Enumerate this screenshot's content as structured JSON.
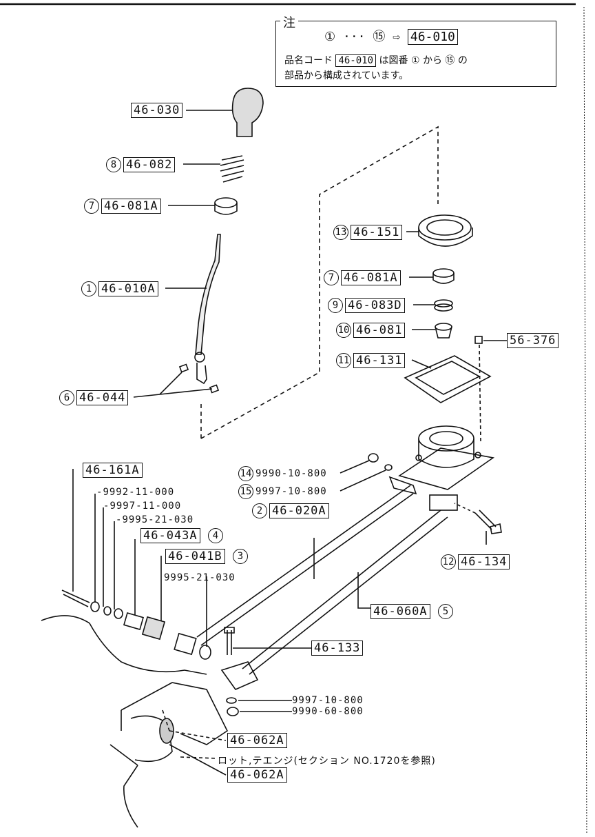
{
  "note": {
    "title": "注",
    "line1_a": "①",
    "line1_dots": "···",
    "line1_b": "⑮",
    "line1_arrow": "⇨",
    "line1_code": "46-010",
    "line2_pre": "品名コード",
    "line2_code": "46-010",
    "line2_mid": "は図番",
    "line2_a": "①",
    "line2_from": "から",
    "line2_b": "⑮",
    "line2_post": "の",
    "line3": "部品から構成されています。"
  },
  "labels": {
    "knob": "46-030",
    "spring_num": "8",
    "spring": "46-082",
    "bush_top_num": "7",
    "bush_top": "46-081A",
    "lever_num": "1",
    "lever": "46-010A",
    "pins_num": "6",
    "pins": "46-044",
    "boot_num": "13",
    "boot": "46-151",
    "bush_r_num": "7",
    "bush_r": "46-081A",
    "ring_num": "9",
    "ring": "46-083D",
    "seat_num": "10",
    "seat": "46-081",
    "plate_num": "11",
    "plate": "46-131",
    "nut_top": "56-376",
    "nut14_num": "14",
    "nut14": "9990-10-800",
    "wash15_num": "15",
    "wash15": "9997-10-800",
    "rod_num": "2",
    "rod": "46-020A",
    "bolt12_num": "12",
    "bolt12": "46-134",
    "ext_num": "5",
    "ext": "46-060A",
    "bolt_left": "46-161A",
    "p1": "9992-11-000",
    "p2": "9997-11-000",
    "p3": "9995-21-030",
    "bush43_num": "4",
    "bush43": "46-043A",
    "bush41_num": "3",
    "bush41": "46-041B",
    "p4": "9995-21-030",
    "bolt133": "46-133",
    "wash_bot": "9997-10-800",
    "nut_bot": "9990-60-800",
    "pin62_top": "46-062A",
    "ref_text": "ロット,テエンジ(セクション NO.1720を参照)",
    "pin62_bot": "46-062A"
  }
}
